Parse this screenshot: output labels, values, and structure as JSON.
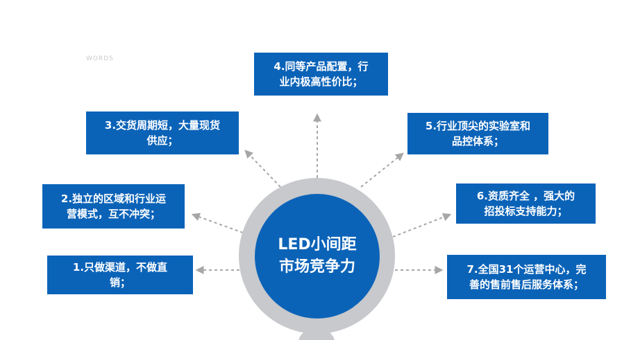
{
  "colors": {
    "box_blue": "#0b63b8",
    "ring_gray": "#c7c9cc",
    "arrow_gray": "#a6a6a6"
  },
  "watermark": "WORDS",
  "hub": {
    "line1": "LED小间距",
    "line2": "市场竞争力"
  },
  "items": [
    {
      "id": 1,
      "line1": "1.只做渠道，不做直",
      "line2": "销；"
    },
    {
      "id": 2,
      "line1": "2.独立的区域和行业运",
      "line2": "营模式，互不冲突；"
    },
    {
      "id": 3,
      "line1": "3.交货周期短，大量现货",
      "line2": "供应；"
    },
    {
      "id": 4,
      "line1": "4.同等产品配置，行",
      "line2": "业内极高性价比；"
    },
    {
      "id": 5,
      "line1": "5.行业顶尖的实验室和",
      "line2": "品控体系；"
    },
    {
      "id": 6,
      "line1": "6.资质齐全 ，强大的",
      "line2": "招投标支持能力；"
    },
    {
      "id": 7,
      "line1": "7.全国31个运营中心，完",
      "line2": "善的售前售后服务体系；"
    }
  ]
}
